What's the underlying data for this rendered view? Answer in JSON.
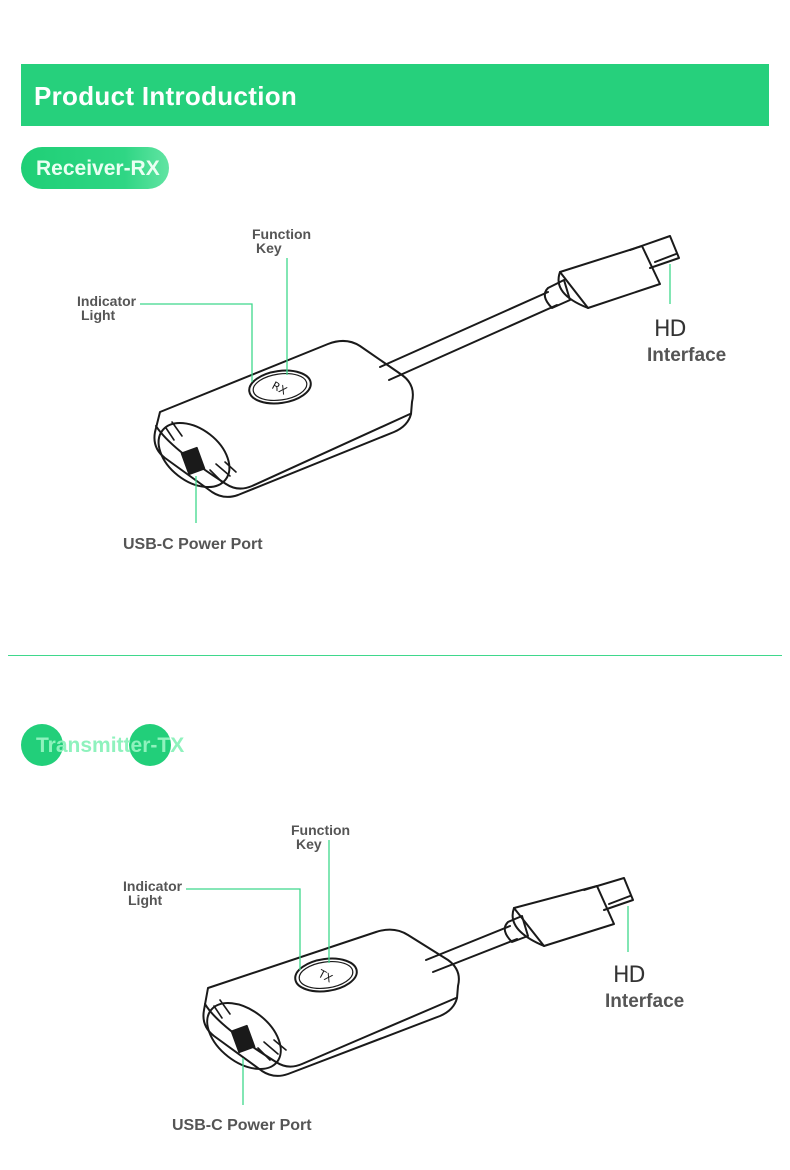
{
  "header": {
    "title": "Product Introduction"
  },
  "receiver": {
    "section_label": "Receiver-RX",
    "function_key": [
      "Function",
      "Key"
    ],
    "indicator_light": [
      "Indicator",
      "Light"
    ],
    "hd": "HD",
    "interface": "Interface",
    "port": "USB-C Power Port",
    "badge": "RX"
  },
  "transmitter": {
    "section_label": "Transmitter-TX",
    "function_key": [
      "Function",
      "Key"
    ],
    "indicator_light": [
      "Indicator",
      "Light"
    ],
    "hd": "HD",
    "interface": "Interface",
    "port": "USB-C Power Port",
    "badge": "TX"
  },
  "colors": {
    "accent": "#26d07c",
    "callout_line": "#3fd88c",
    "label_text": "#555555"
  }
}
